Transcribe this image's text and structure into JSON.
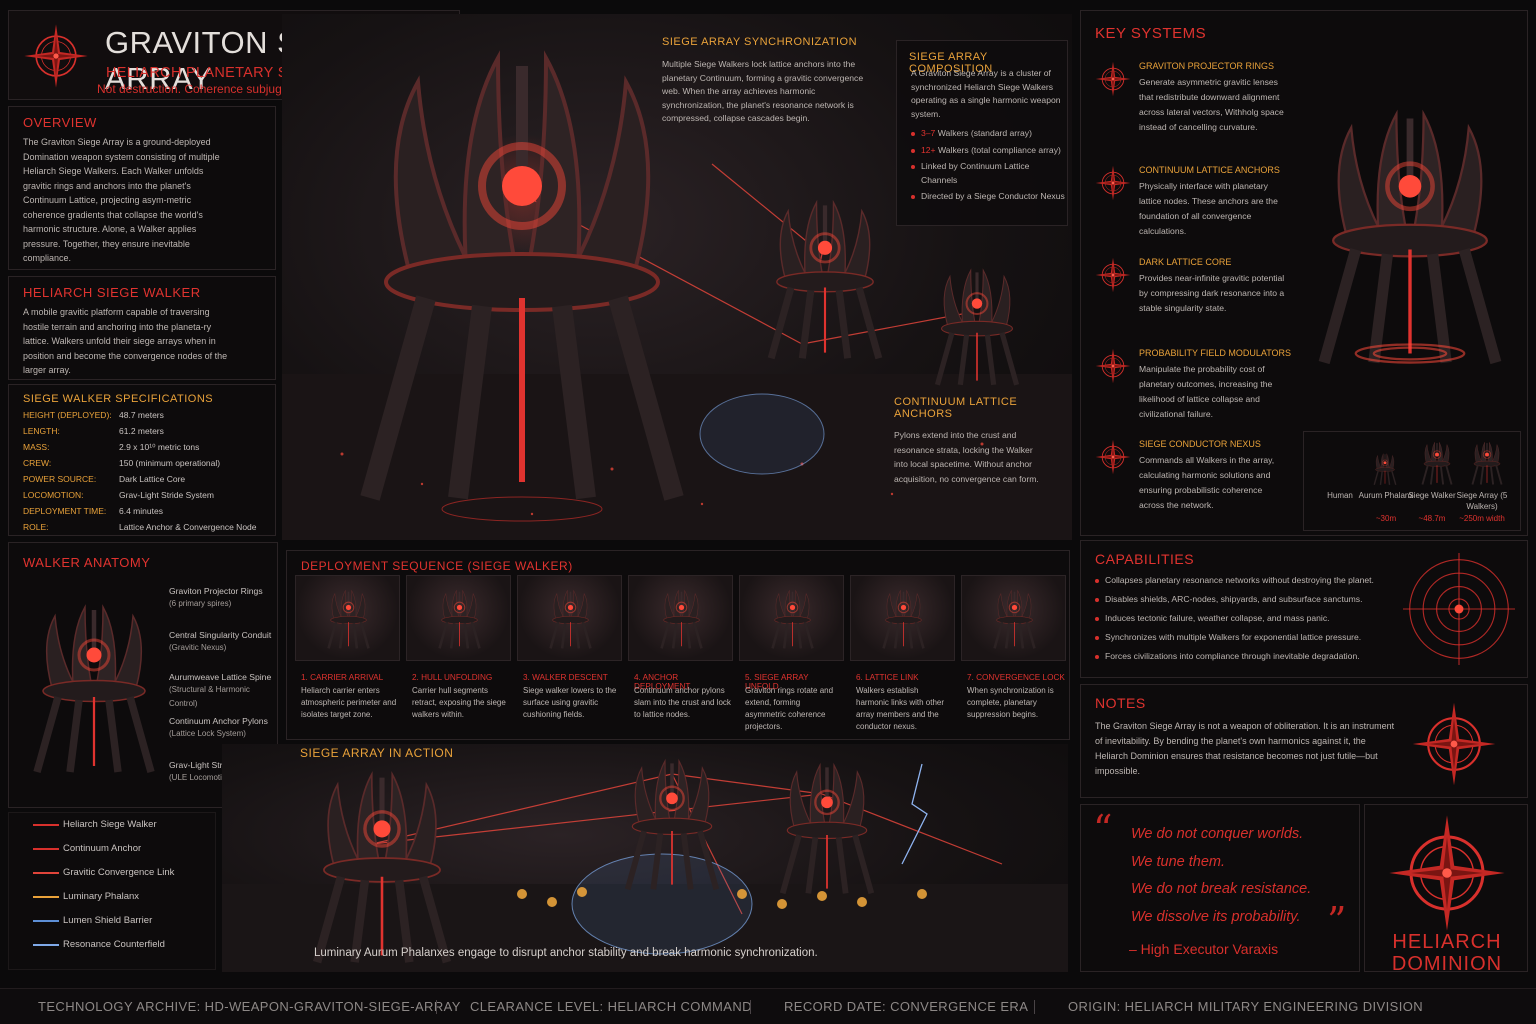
{
  "header": {
    "title": "GRAVITON SIEGE ARRAY",
    "subtitle": "HELIARCH PLANETARY SUPPRESSION WEAPON",
    "tagline": "Not destruction. Coherence subjugation."
  },
  "overview": {
    "heading": "OVERVIEW",
    "text": "The Graviton Siege Array is a ground-deployed Domination weapon system consisting of multiple Heliarch Siege Walkers. Each Walker unfolds gravitic rings and anchors into the planet's Continuum Lattice, projecting asym-metric coherence gradients that collapse the world's harmonic structure. Alone, a Walker applies pressure. Together, they ensure inevitable compliance."
  },
  "walker": {
    "heading": "HELIARCH SIEGE WALKER",
    "text": "A mobile gravitic platform capable of traversing hostile terrain and anchoring into the planeta-ry lattice. Walkers unfold their siege arrays when in position and become the convergence nodes of the larger array."
  },
  "specs": {
    "heading": "SIEGE WALKER SPECIFICATIONS",
    "rows": [
      {
        "k": "HEIGHT (DEPLOYED):",
        "v": "48.7 meters"
      },
      {
        "k": "LENGTH:",
        "v": "61.2 meters"
      },
      {
        "k": "MASS:",
        "v": "2.9 x 10¹⁰ metric tons"
      },
      {
        "k": "CREW:",
        "v": "150 (minimum operational)"
      },
      {
        "k": "POWER SOURCE:",
        "v": "Dark Lattice Core"
      },
      {
        "k": "LOCOMOTION:",
        "v": "Grav-Light Stride System"
      },
      {
        "k": "DEPLOYMENT TIME:",
        "v": "6.4 minutes"
      },
      {
        "k": "ROLE:",
        "v": "Lattice Anchor & Convergence Node"
      }
    ]
  },
  "anatomy": {
    "heading": "WALKER ANATOMY",
    "parts": [
      {
        "name": "Graviton Projector Rings",
        "sub": "(6 primary spires)"
      },
      {
        "name": "Central Singularity Conduit",
        "sub": "(Gravitic Nexus)"
      },
      {
        "name": "Aurumweave Lattice Spine",
        "sub": "(Structural & Harmonic Control)"
      },
      {
        "name": "Continuum Anchor Pylons",
        "sub": "(Lattice Lock System)"
      },
      {
        "name": "Grav-Light Stride Legs",
        "sub": "(ULE Locomotion System)"
      }
    ]
  },
  "legend": [
    {
      "label": "Heliarch Siege Walker",
      "color": "#d8302c"
    },
    {
      "label": "Continuum Anchor",
      "color": "#d8302c"
    },
    {
      "label": "Gravitic Convergence Link",
      "color": "#e0443a"
    },
    {
      "label": "Luminary Phalanx",
      "color": "#e9a23a"
    },
    {
      "label": "Lumen Shield Barrier",
      "color": "#5d8fd6"
    },
    {
      "label": "Resonance Counterfield",
      "color": "#7fa9e8"
    }
  ],
  "callouts": {
    "sync": {
      "heading": "SIEGE ARRAY SYNCHRONIZATION",
      "text": "Multiple Siege Walkers lock lattice anchors into the planetary Continuum, forming a gravitic convergence web. When the array achieves harmonic synchronization, the planet's resonance network is compressed, collapse cascades begin."
    },
    "composition": {
      "heading": "SIEGE ARRAY COMPOSITION",
      "text": "A Graviton Siege Array is a cluster of synchronized Heliarch Siege Walkers operating as a single harmonic weapon system.",
      "items": [
        {
          "strong": "3–7",
          "rest": " Walkers (standard array)"
        },
        {
          "strong": "12+",
          "rest": " Walkers (total compliance array)"
        },
        {
          "strong": "",
          "rest": "Linked by Continuum Lattice Channels"
        },
        {
          "strong": "",
          "rest": "Directed by a Siege Conductor Nexus"
        }
      ]
    },
    "anchors": {
      "heading": "CONTINUUM LATTICE ANCHORS",
      "text": "Pylons extend into the crust and resonance strata, locking the Walker into local spacetime. Without anchor acquisition, no convergence can form."
    }
  },
  "deployment": {
    "heading": "DEPLOYMENT SEQUENCE (SIEGE WALKER)",
    "steps": [
      {
        "title": "1. CARRIER ARRIVAL",
        "text": "Heliarch carrier enters atmospheric perimeter and isolates target zone."
      },
      {
        "title": "2. HULL UNFOLDING",
        "text": "Carrier hull segments retract, exposing the siege walkers within."
      },
      {
        "title": "3. WALKER DESCENT",
        "text": "Siege walker lowers to the surface using gravitic cushioning fields."
      },
      {
        "title": "4. ANCHOR DEPLOYMENT",
        "text": "Continuum anchor pylons slam into the crust and lock to lattice nodes."
      },
      {
        "title": "5. SIEGE ARRAY UNFOLD",
        "text": "Graviton rings rotate and extend, forming asymmetric coherence projectors."
      },
      {
        "title": "6. LATTICE LINK",
        "text": "Walkers establish harmonic links with other array members and the conductor nexus."
      },
      {
        "title": "7. CONVERGENCE LOCK",
        "text": "When synchronization is complete, planetary suppression begins."
      }
    ]
  },
  "action": {
    "heading": "SIEGE ARRAY IN ACTION",
    "caption": "Luminary Aurum Phalanxes engage to disrupt anchor stability and break harmonic synchronization."
  },
  "key_systems": {
    "heading": "KEY SYSTEMS",
    "items": [
      {
        "title": "GRAVITON PROJECTOR RINGS",
        "text": "Generate asymmetric gravitic lenses that redistribute downward alignment across lateral vectors, Withholg space instead of cancelling curvature."
      },
      {
        "title": "CONTINUUM LATTICE ANCHORS",
        "text": "Physically interface with planetary lattice nodes. These anchors are the foundation of all convergence calculations."
      },
      {
        "title": "DARK LATTICE CORE",
        "text": "Provides near-infinite gravitic potential by compressing dark resonance into a stable singularity state."
      },
      {
        "title": "PROBABILITY FIELD MODULATORS",
        "text": "Manipulate the probability cost of planetary outcomes, increasing the likelihood of lattice collapse and civilizational failure."
      },
      {
        "title": "SIEGE CONDUCTOR NEXUS",
        "text": "Commands all Walkers in the array, calculating harmonic solutions and ensuring probabilistic coherence across the network."
      }
    ]
  },
  "scale": [
    {
      "label": "Human",
      "sub": ""
    },
    {
      "label": "Aurum Phalanx",
      "sub": "~30m"
    },
    {
      "label": "Siege Walker",
      "sub": "~48.7m"
    },
    {
      "label": "Siege Array (5 Walkers)",
      "sub": "~250m width"
    }
  ],
  "capabilities": {
    "heading": "CAPABILITIES",
    "items": [
      "Collapses planetary resonance networks without destroying the planet.",
      "Disables shields, ARC-nodes, shipyards, and subsurface sanctums.",
      "Induces tectonic failure, weather collapse, and mass panic.",
      "Synchronizes with multiple Walkers for exponential lattice pressure.",
      "Forces civilizations into compliance through inevitable degradation."
    ]
  },
  "notes": {
    "heading": "NOTES",
    "text": "The Graviton Siege Array is not a weapon of obliteration. It is an instrument of inevitability. By bending the planet's own harmonics against it, the Heliarch Dominion ensures that resistance becomes not just futile—but impossible."
  },
  "quote": {
    "lines": [
      "We do not conquer worlds.",
      "We tune them.",
      "We do not break resistance.",
      "We dissolve its probability."
    ],
    "author": "– High Executor Varaxis"
  },
  "brand": {
    "line1": "HELIARCH",
    "line2": "DOMINION"
  },
  "footer": [
    "TECHNOLOGY ARCHIVE: HD-WEAPON-GRAVITON-SIEGE-ARRAY",
    "CLEARANCE LEVEL: HELIARCH COMMAND",
    "RECORD DATE: CONVERGENCE ERA",
    "ORIGIN: HELIARCH MILITARY ENGINEERING DIVISION"
  ]
}
